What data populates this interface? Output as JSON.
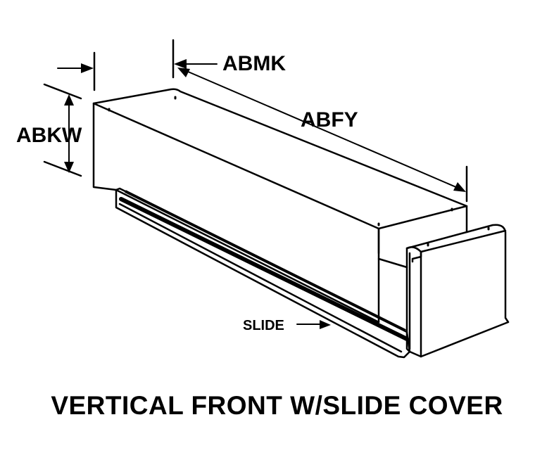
{
  "diagram": {
    "labels": {
      "abkw": "ABKW",
      "abmk": "ABMK",
      "abfy": "ABFY",
      "slide": "SLIDE"
    },
    "caption": "VERTICAL FRONT W/SLIDE COVER",
    "colors": {
      "line": "#000000",
      "background": "#ffffff"
    }
  }
}
